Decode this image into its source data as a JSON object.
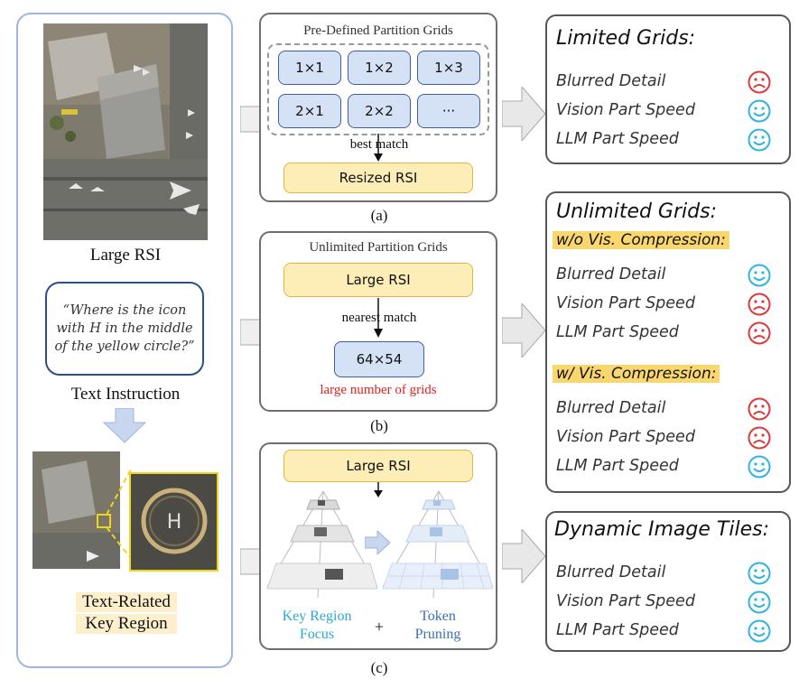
{
  "left": {
    "large_rsi_caption": "Large RSI",
    "quote": "“Where is the icon with H in the middle of the yellow circle?”",
    "text_instruction_caption": "Text Instruction",
    "key_region_caption_line1": "Text-Related",
    "key_region_caption_line2": "Key Region"
  },
  "panel_a": {
    "title": "Pre-Defined Partition Grids",
    "cells": [
      "1×1",
      "1×2",
      "1×3",
      "2×1",
      "2×2",
      "···"
    ],
    "match_label": "best match",
    "result": "Resized RSI",
    "label": "(a)"
  },
  "panel_b": {
    "title": "Unlimited Partition Grids",
    "input": "Large RSI",
    "match_label": "nearest match",
    "result": "64×54",
    "note": "large number of grids",
    "label": "(b)"
  },
  "panel_c": {
    "input": "Large RSI",
    "left_caption": "Key Region\nFocus",
    "left_caption_l1": "Key Region",
    "left_caption_l2": "Focus",
    "plus": "+",
    "right_caption_l1": "Token",
    "right_caption_l2": "Pruning",
    "label": "(c)"
  },
  "right_a": {
    "title": "Limited Grids:",
    "rows": [
      {
        "label": "Blurred Detail",
        "status": "sad"
      },
      {
        "label": "Vision Part Speed",
        "status": "happy"
      },
      {
        "label": "LLM Part Speed",
        "status": "happy"
      }
    ]
  },
  "right_b": {
    "title": "Unlimited Grids:",
    "section1": "w/o Vis. Compression:",
    "rows1": [
      {
        "label": "Blurred Detail",
        "status": "happy"
      },
      {
        "label": "Vision Part Speed",
        "status": "sad"
      },
      {
        "label": "LLM Part Speed",
        "status": "sad"
      }
    ],
    "section2": "w/ Vis. Compression:",
    "rows2": [
      {
        "label": "Blurred Detail",
        "status": "sad"
      },
      {
        "label": "Vision Part Speed",
        "status": "sad"
      },
      {
        "label": "LLM Part Speed",
        "status": "happy"
      }
    ]
  },
  "right_c": {
    "title": "Dynamic Image Tiles:",
    "rows": [
      {
        "label": "Blurred Detail",
        "status": "happy"
      },
      {
        "label": "Vision Part Speed",
        "status": "happy"
      },
      {
        "label": "LLM Part Speed",
        "status": "happy"
      }
    ]
  },
  "colors": {
    "happy": "#2fb3e6",
    "sad": "#e0393a",
    "cell_fill": "#d5e1f5",
    "yellow_fill": "#fdedb6",
    "highlight": "#f9d76e",
    "caption_cyan": "#2aa8d8",
    "caption_blue": "#3b6fb6",
    "note_red": "#e02020"
  }
}
